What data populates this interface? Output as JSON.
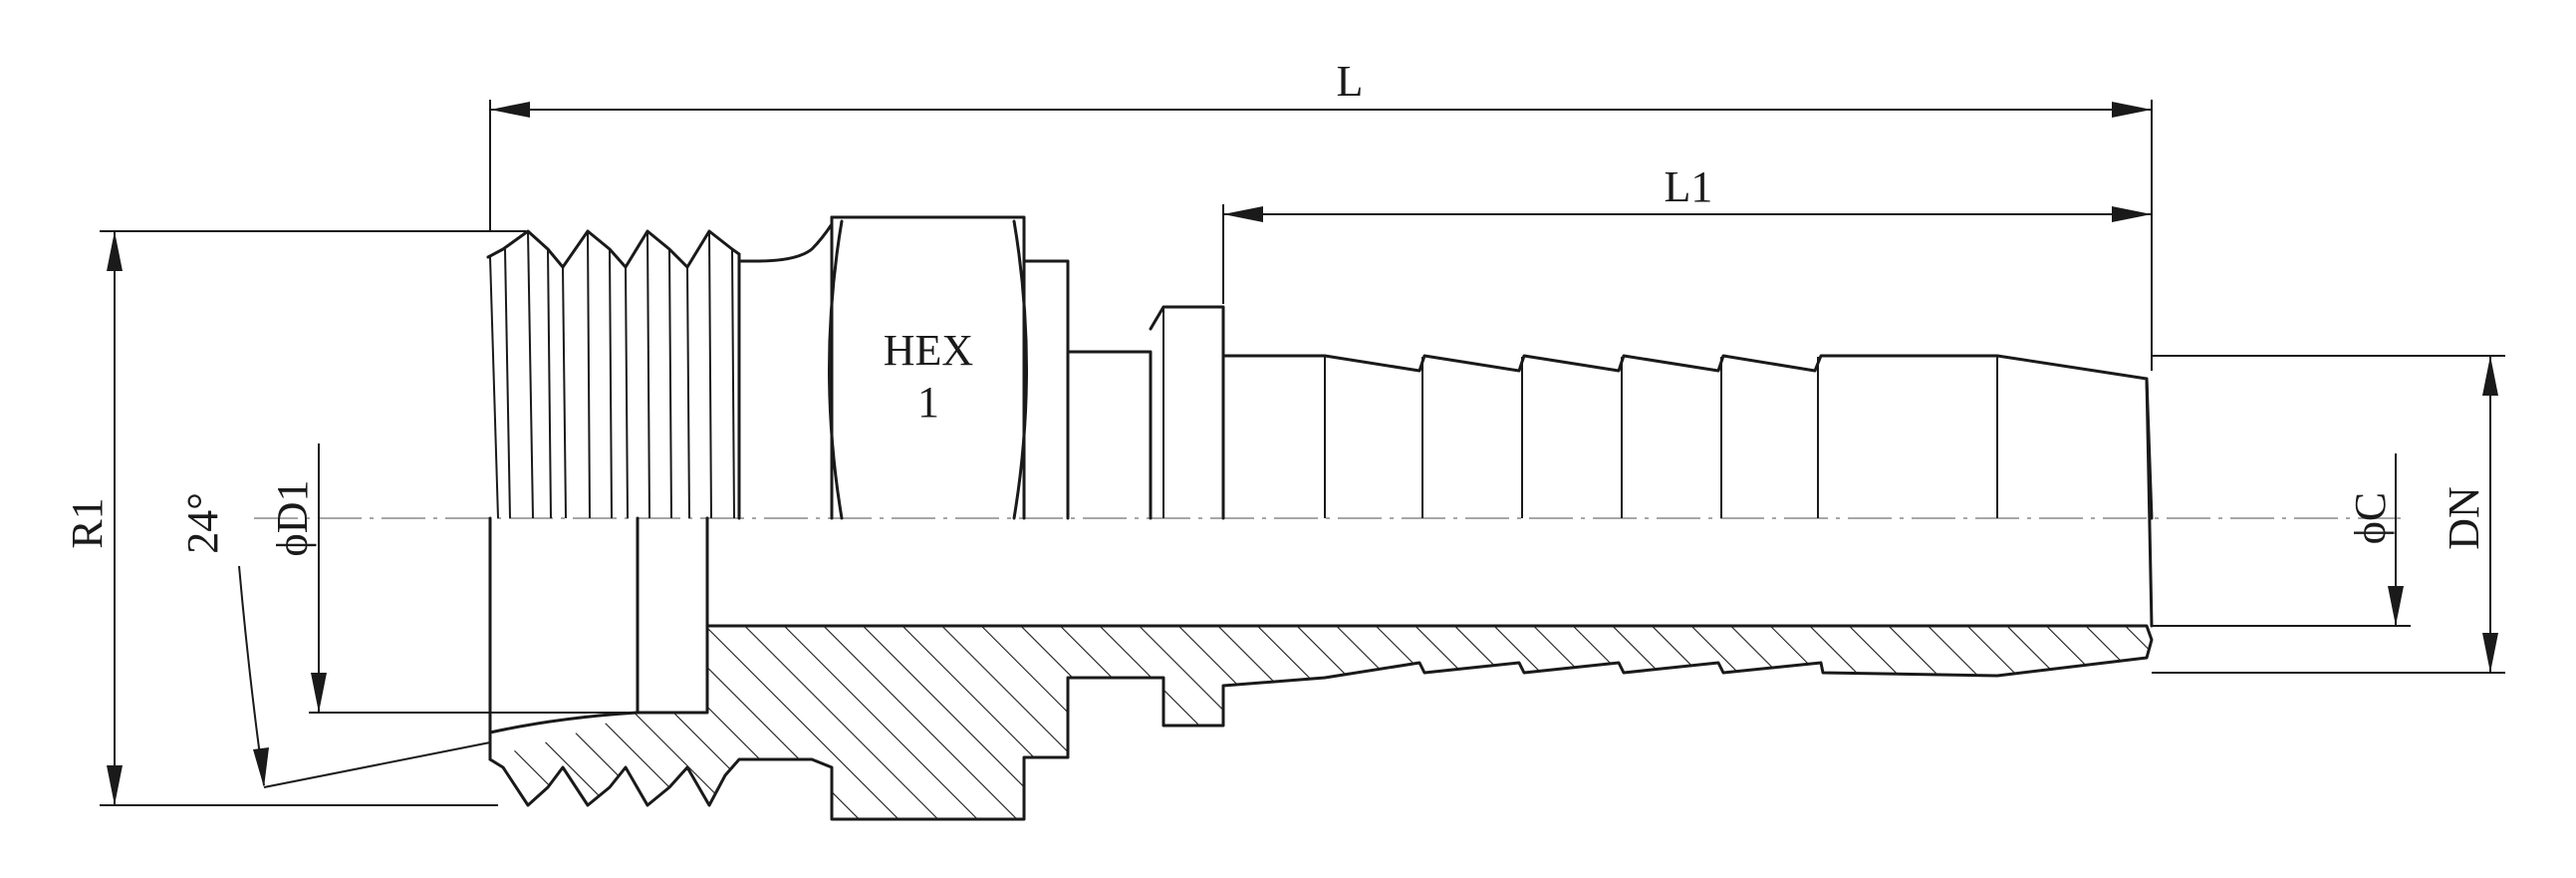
{
  "labels": {
    "overall_length": "L",
    "barb_length": "L1",
    "thread_size": "R1",
    "seat_angle": "24°",
    "seat_diameter": "ϕD1",
    "hex_line1": "HEX",
    "hex_line2": "1",
    "bore_diameter": "ϕC",
    "nominal_diameter": "DN"
  }
}
